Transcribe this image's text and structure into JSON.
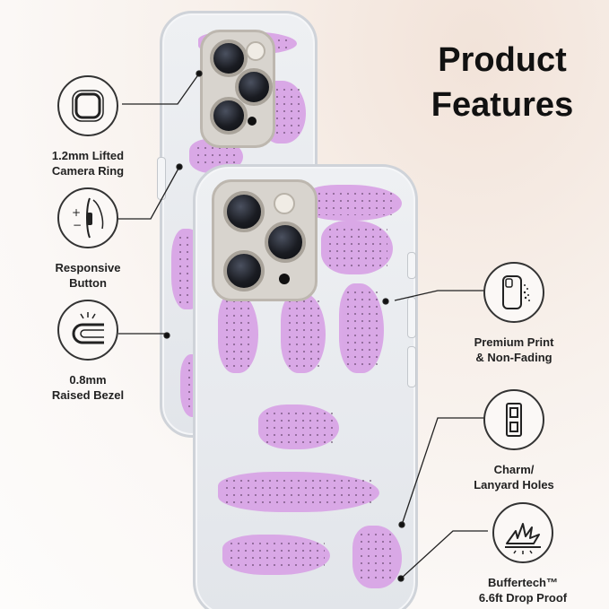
{
  "header": {
    "title_line1": "Product",
    "title_line2": "Features"
  },
  "features": {
    "camera_ring": {
      "line1": "1.2mm Lifted",
      "line2": "Camera Ring",
      "icon": "camera-ring-icon"
    },
    "button": {
      "line1": "Responsive",
      "line2": "Button",
      "icon": "responsive-button-icon"
    },
    "bezel": {
      "line1": "0.8mm",
      "line2": "Raised Bezel",
      "icon": "raised-bezel-icon"
    },
    "print": {
      "line1": "Premium Print",
      "line2": "& Non-Fading",
      "icon": "phone-print-icon"
    },
    "charm": {
      "line1": "Charm/",
      "line2": "Lanyard Holes",
      "icon": "lanyard-holes-icon"
    },
    "drop": {
      "line1": "Buffertech™",
      "line2": "6.6ft Drop Proof",
      "icon": "drop-proof-icon"
    }
  },
  "colors": {
    "pattern": "#d9a5e6",
    "accent_dark": "#111111"
  }
}
